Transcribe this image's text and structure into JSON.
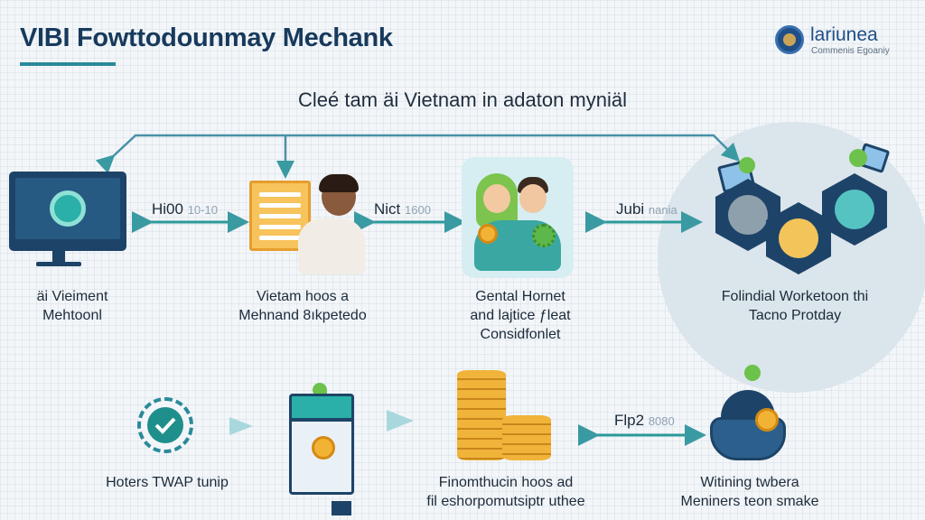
{
  "header": {
    "title": "VIBI Fowttodounmay Mechank",
    "logo_name": "lariunea",
    "logo_sub": "Commenis Egoaniy"
  },
  "subtitle": "Cleé tam äi Vietnam in adaton myniäl",
  "stages_top": [
    {
      "label_line1": "äi Vieiment",
      "label_line2": "Mehtoonl",
      "icon": "computer-monitor-icon"
    },
    {
      "label_line1": "Vietam hoos a",
      "label_line2": "Mehnand 8ıkpetedo",
      "icon": "person-document-icon"
    },
    {
      "label_line1": "Gental Hornet",
      "label_line2": "and lajtice ƒleat",
      "label_line3": "Considfonlet",
      "icon": "team-coin-icon"
    },
    {
      "label_line1": "Folindial Worketoon thi",
      "label_line2": "Tacno Protday",
      "icon": "hexagon-network-icon"
    }
  ],
  "arrows_top": [
    {
      "label": "Hi00",
      "faint": "10-10"
    },
    {
      "label": "Nict",
      "faint": "1600"
    },
    {
      "label": "Jubi",
      "faint": "nania"
    }
  ],
  "stages_bottom": [
    {
      "label_line1": "Hoters TWAP tunip",
      "icon": "check-badge-icon"
    },
    {
      "label_line1": "Finomthucin hoos ad",
      "label_line2": "fil eshorpomutsiptr uthee",
      "icon": "coin-stack-icon"
    },
    {
      "label_line1": "Witining twbera",
      "label_line2": "Meniners teon smake",
      "icon": "mining-pod-icon"
    }
  ],
  "arrows_bottom": [
    {
      "label": "Flp2",
      "faint": "8080"
    }
  ],
  "colors": {
    "navy": "#1d4468",
    "teal": "#2ab0a8",
    "gold": "#f2b233",
    "green": "#6cc24a"
  }
}
